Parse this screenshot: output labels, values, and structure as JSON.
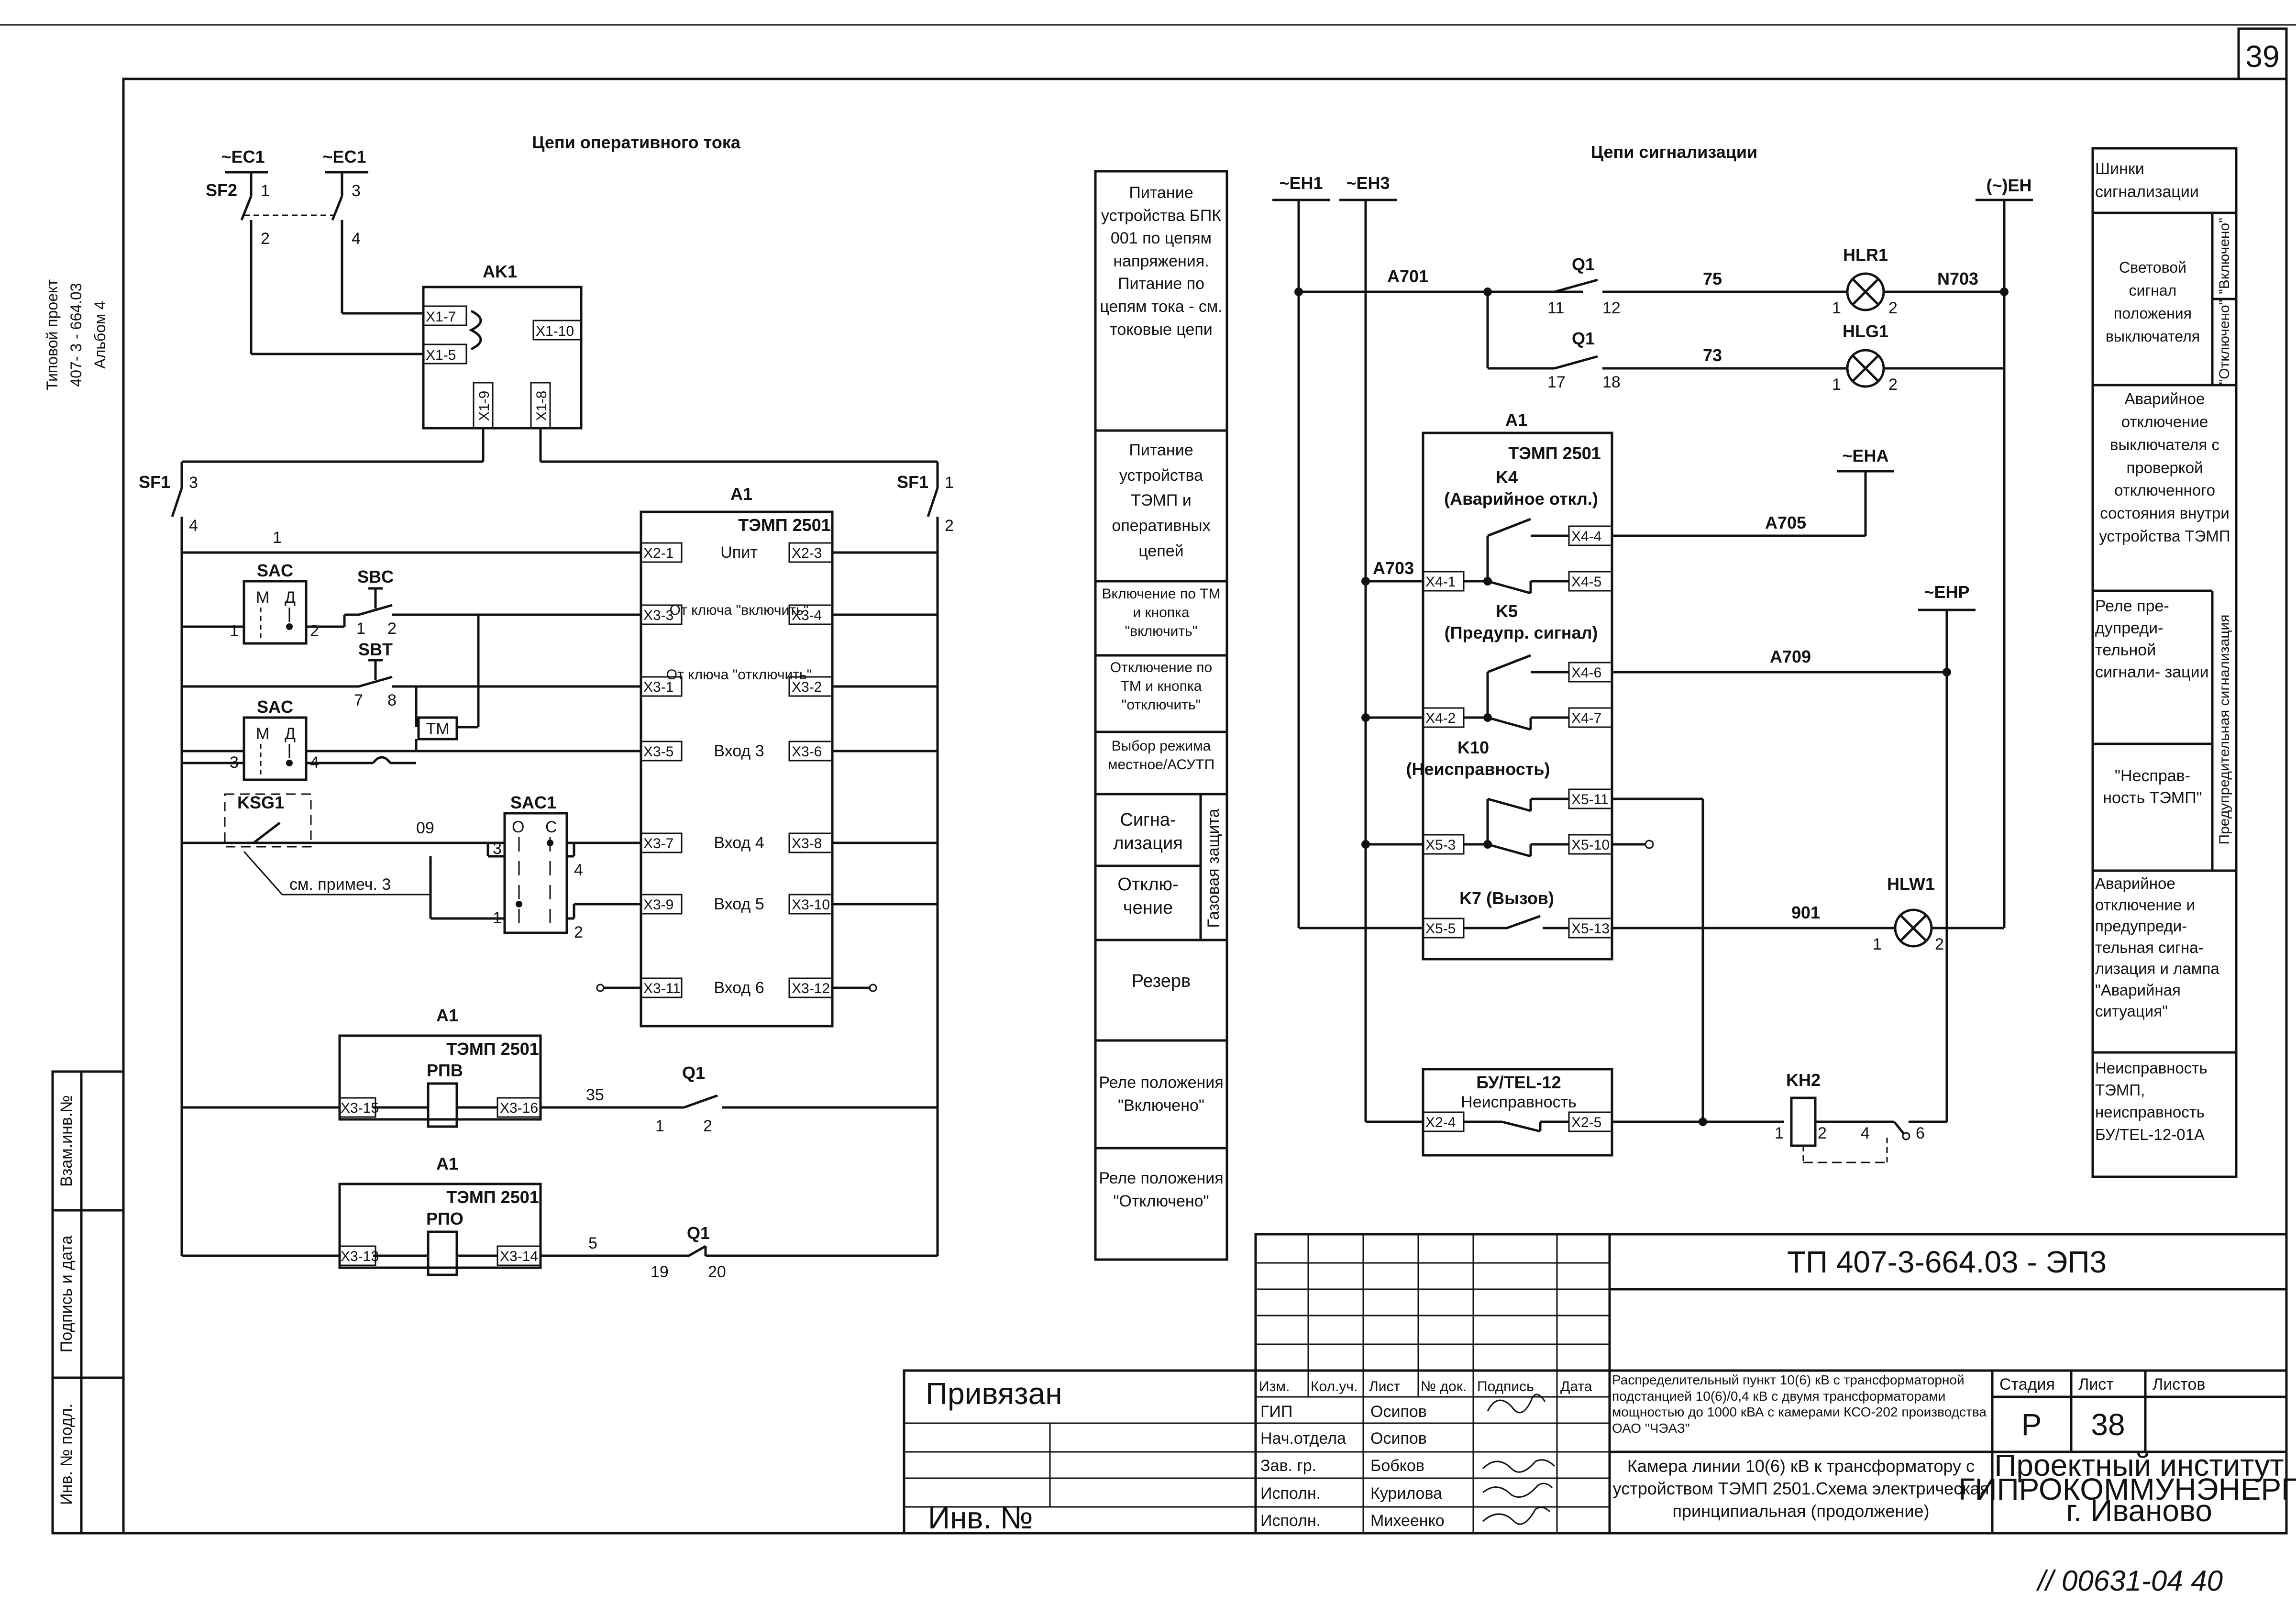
{
  "page_number": "39",
  "left_margin": {
    "project_line1": "Типовой проект",
    "project_line2": "407- 3 - 664.03",
    "project_line3": "Альбом 4",
    "stamp_fields": [
      "Взам.инв.№",
      "Подпись и дата",
      "Инв. № подл."
    ]
  },
  "operating_circuits": {
    "title": "Цепи оперативного тока",
    "ec1_left": "~EC1",
    "ec1_right": "~EC1",
    "sf2": "SF2",
    "ak1": "AK1",
    "ak1_terminals": [
      "X1-7",
      "X1-5",
      "X1-10",
      "X1-9",
      "X1-8"
    ],
    "sf1_left": "SF1",
    "sf1_right": "SF1",
    "a1": "A1",
    "temp": "ТЭМП 2501",
    "sac": "SAC",
    "sbc": "SBC",
    "sbt": "SBT",
    "tm": "TM",
    "ksg1": "KSG1",
    "sac1": "SAC1",
    "note": "см. примеч. 3",
    "wire_09": "09",
    "wire_35": "35",
    "wire_5": "5",
    "wire_1": "1",
    "rows": [
      {
        "left": "X2-1",
        "label": "Uпит",
        "right": "X2-3"
      },
      {
        "left": "X3-3",
        "label": "От ключа \"включить\"",
        "right": "X3-4"
      },
      {
        "left": "X3-1",
        "label": "От ключа \"отключить\"",
        "right": "X3-2"
      },
      {
        "left": "X3-5",
        "label": "Вход 3",
        "right": "X3-6"
      },
      {
        "left": "X3-7",
        "label": "Вход 4",
        "right": "X3-8"
      },
      {
        "left": "X3-9",
        "label": "Вход 5",
        "right": "X3-10"
      },
      {
        "left": "X3-11",
        "label": "Вход 6",
        "right": "X3-12"
      }
    ],
    "rpv": "РПВ",
    "rpo": "РПО",
    "q1": "Q1",
    "rpv_terms": [
      "X3-15",
      "X3-16"
    ],
    "rpo_terms": [
      "X3-13",
      "X3-14"
    ]
  },
  "middle_column": {
    "cells": [
      "Питание устройства БПК 001 по цепям напряжения. Питание по цепям тока - см. токовые цепи",
      "Питание устройства ТЭМП и оперативных цепей",
      "Включение по ТМ и кнопка \"включить\"",
      "Отключение по ТМ и кнопка \"отключить\"",
      "Выбор режима местное/АСУТП",
      "Сигна- лизация",
      "Отклю- чение",
      "Резерв",
      "Реле положения \"Включено\"",
      "Реле положения \"Отключено\""
    ],
    "gas_protection": "Газовая защита"
  },
  "signal_circuits": {
    "title": "Цепи сигнализации",
    "eh1": "~EH1",
    "eh3": "~EH3",
    "eh": "(~)EH",
    "eha": "~EHA",
    "ehp": "~EHP",
    "a701": "A701",
    "a703": "A703",
    "a705": "A705",
    "a709": "A709",
    "n703": "N703",
    "w75": "75",
    "w73": "73",
    "w901": "901",
    "hlr1": "HLR1",
    "hlg1": "HLG1",
    "hlw1": "HLW1",
    "k4": "K4",
    "k4_desc": "(Аварийное откл.)",
    "k5": "K5",
    "k5_desc": "(Предупр. сигнал)",
    "k10": "K10",
    "k10_desc": "(Неисправность)",
    "k7": "K7 (Вызов)",
    "terms": [
      "X4-4",
      "X4-1",
      "X4-5",
      "X4-6",
      "X4-2",
      "X4-7",
      "X5-11",
      "X5-3",
      "X5-10",
      "X5-5",
      "X5-13"
    ],
    "bu": "БУ/TEL-12",
    "bu_desc": "Неисправность",
    "bu_terms": [
      "X2-4",
      "X2-5"
    ],
    "kh2": "KH2"
  },
  "right_column": {
    "cells": [
      "Шинки сигнализации",
      "Световой сигнал положения выключателя",
      "Аварийное отключение выключателя с проверкой отключенного состояния внутри устройства ТЭМП",
      "Реле пре- дупреди- тельной сигнали- зации",
      "\"Неспрaв- ность ТЭМП\"",
      "Аварийное отключение и предупреди- тельная сигна- лизация и лампа \"Аварийная ситуация\"",
      "Неисправность ТЭМП, неисправность БУ/TEL-12-01A"
    ],
    "vertical_on": "\"Включено\"",
    "vertical_off": "\"Отключено\"",
    "vertical_warn": "Предупредительная сигнализация"
  },
  "title_block": {
    "designation": "ТП 407-3-664.03 - ЭП3",
    "header_cols": [
      "Изм.",
      "Кол.уч.",
      "Лист",
      "№ док.",
      "Подпись",
      "Дата"
    ],
    "privyazan": "Привязан",
    "inv": "Инв. №",
    "roles": [
      {
        "role": "ГИП",
        "name": "Осипов"
      },
      {
        "role": "Нач.отдела",
        "name": "Осипов"
      },
      {
        "role": "Зав. гр.",
        "name": "Бобков"
      },
      {
        "role": "Исполн.",
        "name": "Курилова"
      },
      {
        "role": "Исполн.",
        "name": "Михеенко"
      }
    ],
    "object": "Распределительный пункт 10(6) кВ с трансформаторной подстанцией 10(6)/0,4 кВ с двумя трансформаторами мощностью до 1000 кВА с камерами КСО-202 производства ОАО \"ЧЭАЗ\"",
    "sheet_title": "Камера линии 10(6) кВ к трансформатору с устройством ТЭМП 2501.Схема электрическая принципиальная (продолжение)",
    "stage_h": "Стадия",
    "sheet_h": "Лист",
    "sheets_h": "Листов",
    "stage": "Р",
    "sheet": "38",
    "org1": "Проектный институт",
    "org2": "ГИПРОКОММУНЭНЕРГО",
    "org3": "г. Иваново"
  },
  "handwritten_footer": "// 00631-04     40"
}
